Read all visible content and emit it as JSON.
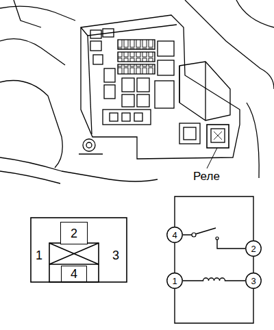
{
  "diagram": {
    "nodes": [
      {
        "text": [
          "2"
        ]
      },
      {
        "text": [
          "4"
        ]
      },
      {
        "text": [
          "4"
        ]
      },
      {
        "text": [
          "2"
        ]
      },
      {
        "text": [
          "1"
        ]
      },
      {
        "text": [
          "3"
        ]
      }
    ],
    "edges": [
      {
        "from": 2,
        "to": 3,
        "arrow": "none"
      },
      {
        "from": 4,
        "to": 5,
        "arrow": "none"
      }
    ],
    "labels": [
      "Реле",
      "1",
      "3"
    ]
  }
}
